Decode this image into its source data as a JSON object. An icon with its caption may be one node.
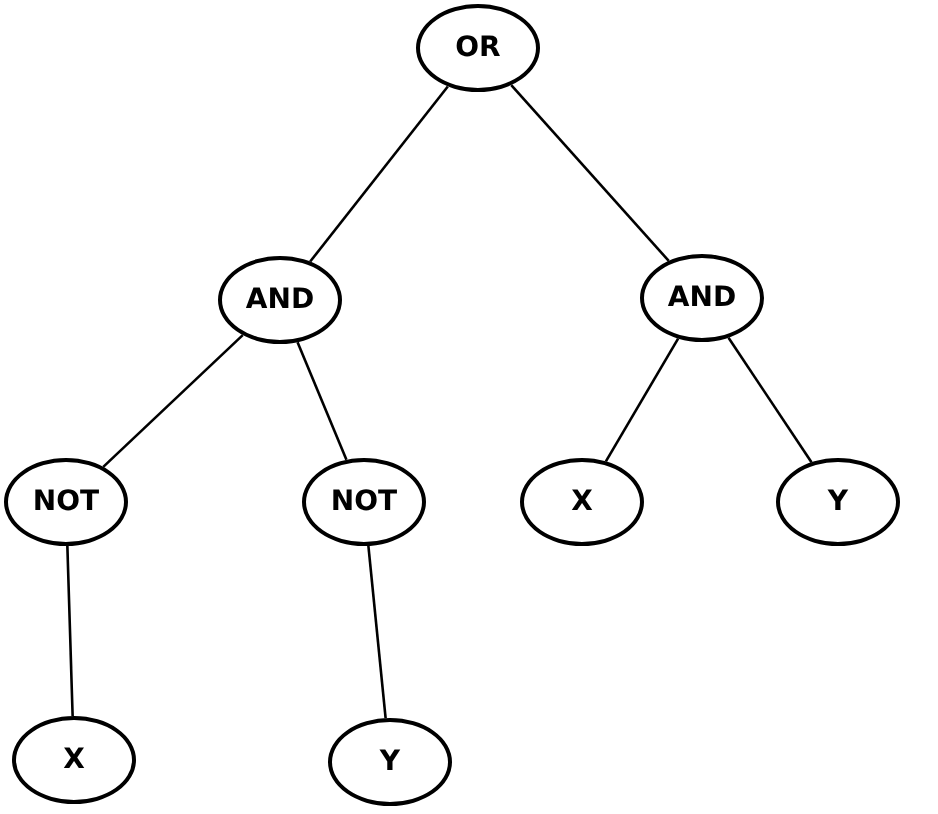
{
  "diagram": {
    "nodes": [
      {
        "text": [
          "OR"
        ]
      },
      {
        "text": [
          "AND"
        ]
      },
      {
        "text": [
          "AND"
        ]
      },
      {
        "text": [
          "NOT"
        ]
      },
      {
        "text": [
          "NOT"
        ]
      },
      {
        "text": [
          "X"
        ]
      },
      {
        "text": [
          "Y"
        ]
      },
      {
        "text": [
          "X"
        ]
      },
      {
        "text": [
          "Y"
        ]
      }
    ],
    "edges": [
      {
        "from": 0,
        "to": 1,
        "arrow": "none"
      },
      {
        "from": 0,
        "to": 2,
        "arrow": "none"
      },
      {
        "from": 1,
        "to": 3,
        "arrow": "none"
      },
      {
        "from": 1,
        "to": 4,
        "arrow": "none"
      },
      {
        "from": 2,
        "to": 5,
        "arrow": "none"
      },
      {
        "from": 2,
        "to": 6,
        "arrow": "none"
      },
      {
        "from": 3,
        "to": 7,
        "arrow": "none"
      },
      {
        "from": 4,
        "to": 8,
        "arrow": "none"
      }
    ]
  }
}
